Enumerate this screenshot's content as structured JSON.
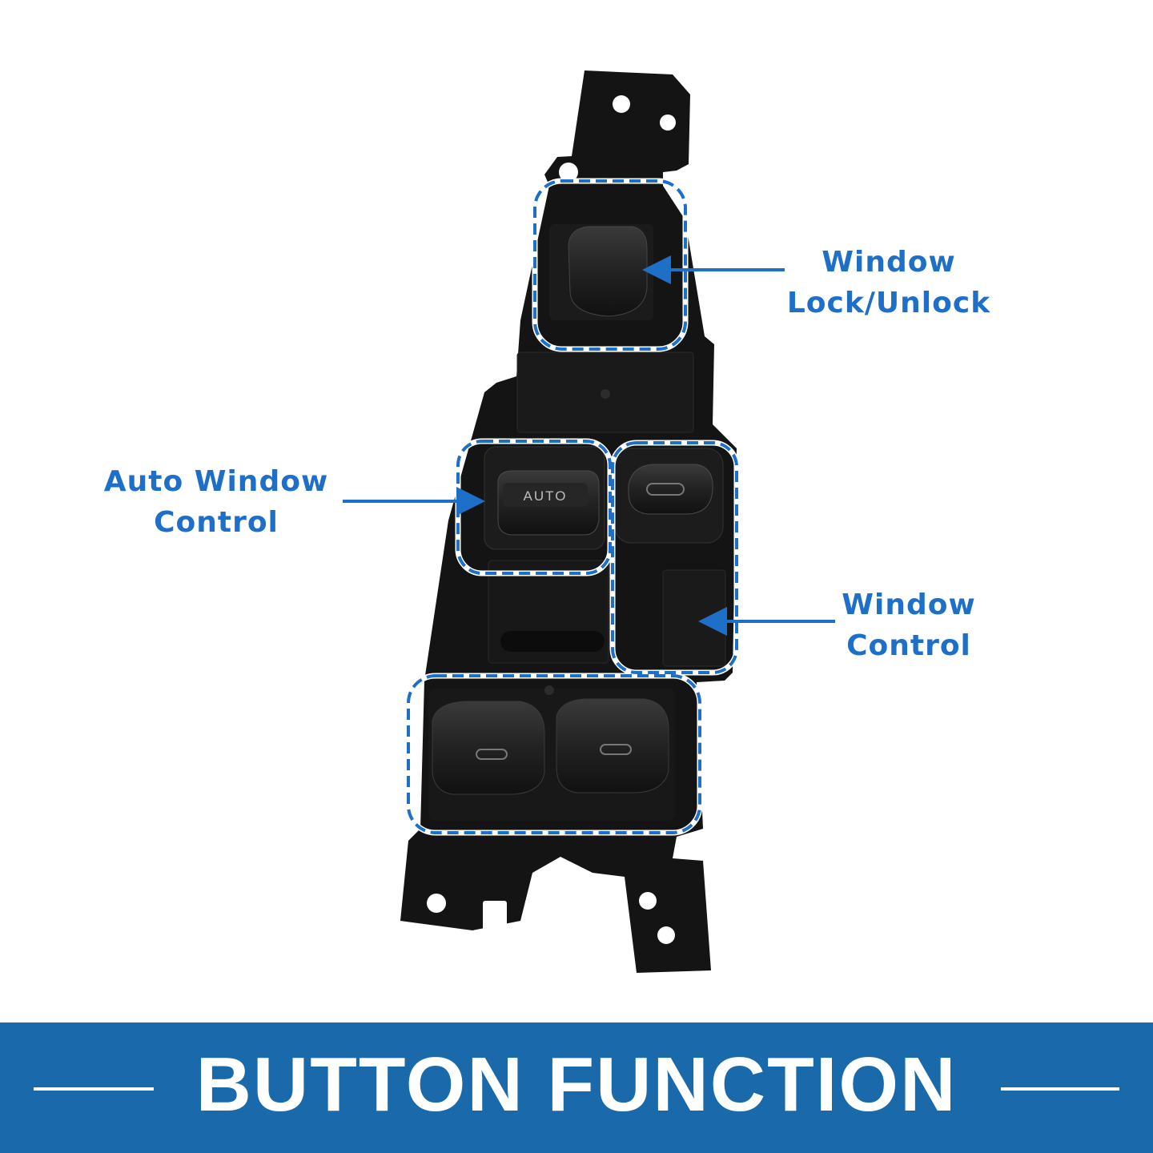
{
  "callouts": {
    "lock": {
      "line1": "Window",
      "line2": "Lock/Unlock"
    },
    "auto": {
      "line1": "Auto Window",
      "line2": "Control"
    },
    "window": {
      "line1": "Window",
      "line2": "Control"
    }
  },
  "switch_label": "AUTO",
  "banner": {
    "title": "BUTTON FUNCTION"
  },
  "colors": {
    "accent": "#1e6fc8",
    "banner": "#1a69ab",
    "housing": "#141414"
  }
}
